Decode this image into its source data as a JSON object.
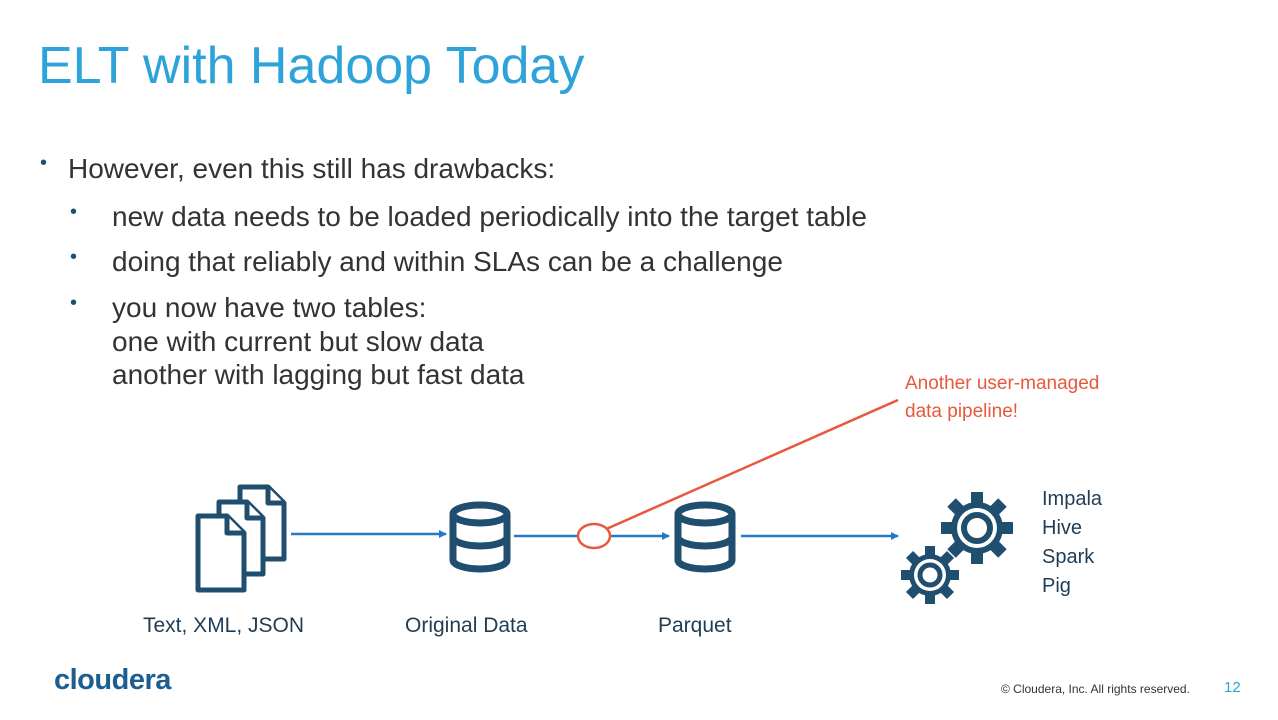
{
  "title": "ELT with Hadoop Today",
  "bullet_main": "However, even this still has drawbacks:",
  "sub_bullets": [
    [
      "new data needs to be loaded periodically into the target table"
    ],
    [
      "doing that reliably and within SLAs can be a challenge"
    ],
    [
      "you now have two tables:",
      "one with current but slow data",
      "another with lagging but fast data"
    ]
  ],
  "callout": [
    "Another user-managed",
    "data pipeline!"
  ],
  "diagram": {
    "source_label": "Text, XML, JSON",
    "original_label": "Original Data",
    "parquet_label": "Parquet",
    "tools": [
      "Impala",
      "Hive",
      "Spark",
      "Pig"
    ]
  },
  "colors": {
    "title": "#2ea3d9",
    "icon": "#1f4e6e",
    "arrow": "#2878c8",
    "callout": "#e8583c"
  },
  "footer": {
    "logo": "cloudera",
    "copyright": "© Cloudera, Inc. All rights reserved.",
    "page": "12"
  }
}
